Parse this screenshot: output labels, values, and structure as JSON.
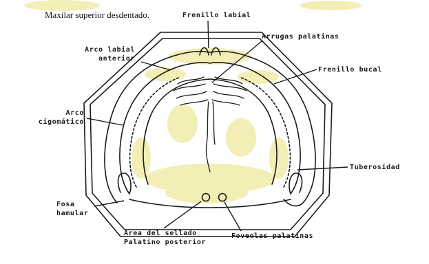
{
  "title": "Maxilar superior desdentado.",
  "labels": {
    "frenillo_labial": "Frenillo labial",
    "arrugas_palatinas": "Arrugas palatinas",
    "arco_labial_anterior_1": "Arco labial",
    "arco_labial_anterior_2": "anterior",
    "frenillo_bucal": "Frenillo bucal",
    "arco_cigomatico_1": "Arco",
    "arco_cigomatico_2": "cigomático",
    "tuberosidad": "Tuberosidad",
    "fosa_hamular_1": "Fosa",
    "fosa_hamular_2": "hamular",
    "area_sellado_1": "Area del sellado",
    "area_sellado_2": "Palatino posterior",
    "foveolas_palatinas": "Foveolas palatinas"
  },
  "colors": {
    "ink": "#1a1a1a",
    "highlight": "#f1ecaa",
    "background": "#ffffff"
  }
}
